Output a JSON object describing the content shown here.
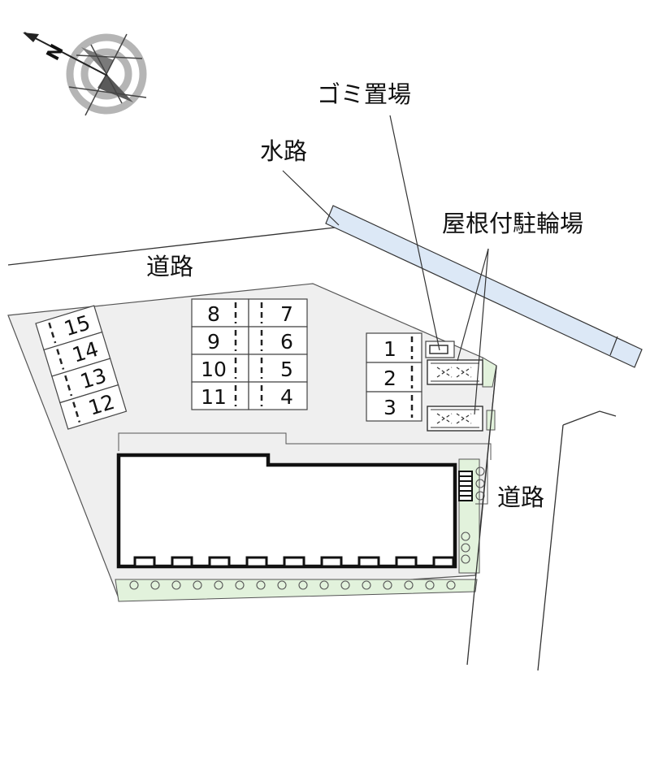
{
  "labels": {
    "garbage": "ゴミ置場",
    "waterway": "水路",
    "bike_parking": "屋根付駐輪場",
    "road_top": "道路",
    "road_right": "道路"
  },
  "compass": {
    "north": "N"
  },
  "parking": {
    "left_column": [
      "15",
      "14",
      "13",
      "12"
    ],
    "center_left": [
      "8",
      "9",
      "10",
      "11"
    ],
    "center_right": [
      "7",
      "6",
      "5",
      "4"
    ],
    "right_block": [
      "1",
      "2",
      "3"
    ]
  },
  "colors": {
    "site": "#efefef",
    "greenery": "#e2f2dc",
    "waterway": "#dce8f6",
    "building": "#ffffff",
    "line": "#222222"
  }
}
